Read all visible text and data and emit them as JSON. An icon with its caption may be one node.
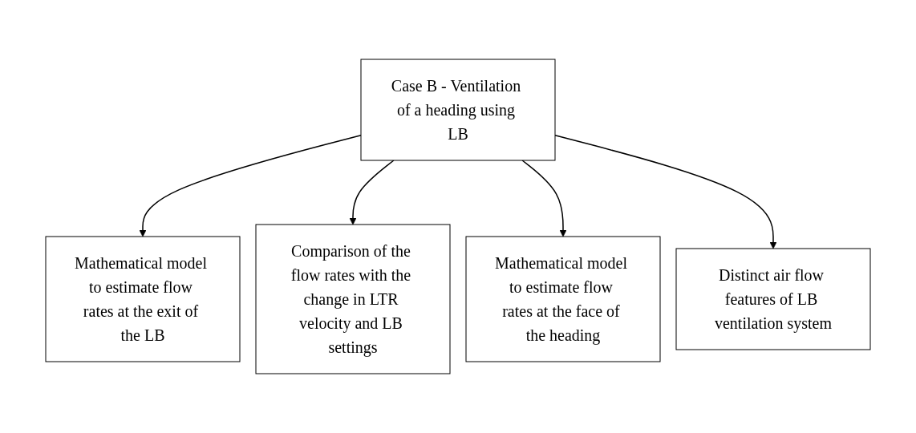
{
  "diagram": {
    "nodes": [
      {
        "text": [
          "Case B - Ventilation of a heading using LB"
        ]
      },
      {
        "text": [
          "Mathematical model to estimate flow rates at the exit of the LB"
        ]
      },
      {
        "text": [
          "Comparison of the flow rates with the change in LTR velocity and LB settings"
        ]
      },
      {
        "text": [
          "Mathematical model to estimate flow rates at the face of the heading"
        ]
      },
      {
        "text": [
          "Distinct air flow features of LB ventilation system"
        ]
      }
    ],
    "edges": [
      {
        "from": 0,
        "to": 1,
        "arrow": "to"
      },
      {
        "from": 0,
        "to": 2,
        "arrow": "to"
      },
      {
        "from": 0,
        "to": 3,
        "arrow": "to"
      },
      {
        "from": 0,
        "to": 4,
        "arrow": "to"
      }
    ]
  }
}
